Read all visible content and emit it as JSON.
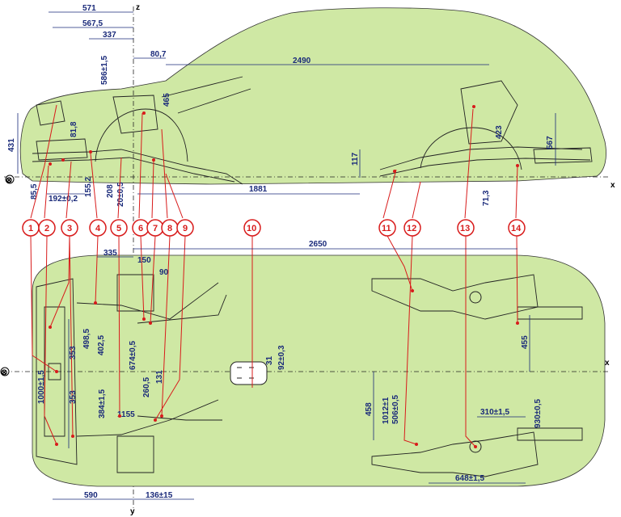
{
  "side_view": {
    "dimensions": {
      "d571": "571",
      "d567_5": "567,5",
      "d337": "337",
      "d586": "586±1,5",
      "d80_7": "80,7",
      "d2490": "2490",
      "d465": "465",
      "d81_8": "81,8",
      "d431": "431",
      "d85_5": "85,5",
      "d192": "192±0,2",
      "d155_2": "155,2",
      "d208": "208",
      "d20": "20±0,5",
      "d1881": "1881",
      "d117": "117",
      "d71_3": "71,3",
      "d423": "423",
      "d567": "567"
    }
  },
  "top_view": {
    "dimensions": {
      "d2650": "2650",
      "d335": "335",
      "d150": "150",
      "d90": "90",
      "d498_5": "498,5",
      "d402_5": "402,5",
      "d353_a": "353",
      "d353_b": "353",
      "d1000": "1000±1,5",
      "d384": "384±1,5",
      "d674": "674±0,5",
      "d260_5": "260,5",
      "d131": "131",
      "d1155": "1155",
      "d31": "31",
      "d92": "92±0,3",
      "d455": "455",
      "d458": "458",
      "d1012": "1012±1",
      "d506": "506±0,5",
      "d310": "310±1,5",
      "d930": "930±0,5",
      "d648": "648±1,5",
      "d590": "590",
      "d136": "136±15"
    }
  },
  "axes": {
    "x_top": "x",
    "x_bottom": "x",
    "z": "z",
    "y": "y",
    "origin_symbol": "⊗"
  },
  "points": [
    "1",
    "2",
    "3",
    "4",
    "5",
    "6",
    "7",
    "8",
    "9",
    "10",
    "11",
    "12",
    "13",
    "14"
  ],
  "colors": {
    "body_fill": "#cfe8a4",
    "dimension": "#1a2a7a",
    "marker": "#d81b1b",
    "outline": "#222222"
  }
}
